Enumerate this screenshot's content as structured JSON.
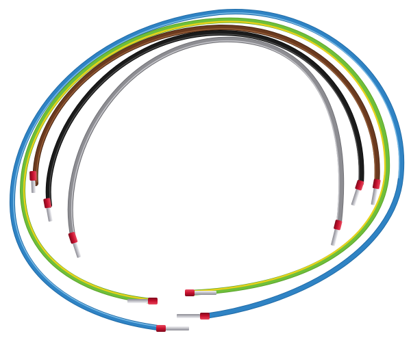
{
  "image": {
    "subject": "wire-set-with-ferrules",
    "background": "#ffffff",
    "colors": {
      "blue": "#2f83c4",
      "blue_highlight": "#7fc0ec",
      "green_yellow_green": "#6fbf3a",
      "green_yellow_yellow": "#e8d21c",
      "brown": "#6b3a1f",
      "brown_highlight": "#a0663f",
      "black": "#1b1b1b",
      "black_highlight": "#555555",
      "grey": "#8d8d92",
      "grey_highlight": "#c4c4c8",
      "ferrule_sleeve": "#c8102e",
      "ferrule_pin": "#cfcfd4"
    },
    "wires": [
      {
        "name": "blue-wire"
      },
      {
        "name": "green-yellow-wire"
      },
      {
        "name": "brown-wire"
      },
      {
        "name": "black-wire"
      },
      {
        "name": "grey-wire"
      }
    ]
  }
}
